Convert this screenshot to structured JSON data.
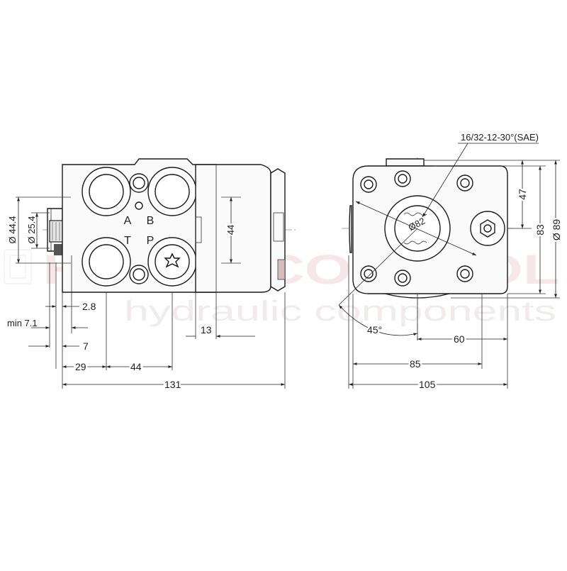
{
  "watermark": {
    "brand": "HYDROCONTROL",
    "tagline": "hydraulic components"
  },
  "ports": {
    "A": "A",
    "B": "B",
    "T": "T",
    "P": "P"
  },
  "side_view": {
    "dim_diam_44_4": "Ø 44.4",
    "dim_diam_25_4": "Ø 25.4",
    "dim_44_vertical": "44",
    "dim_2_8": "2.8",
    "dim_min_7_1": "min 7.1",
    "dim_7": "7",
    "dim_13": "13",
    "dim_29": "29",
    "dim_44_horizontal": "44",
    "dim_131": "131"
  },
  "front_view": {
    "spline_spec": "16/32-12-30°(SAE)",
    "dim_diam_82": "Ø82",
    "dim_47": "47",
    "dim_83": "83",
    "dim_diam_89": "Ø 89",
    "dim_angle_45": "45°",
    "dim_60": "60",
    "dim_85": "85",
    "dim_105": "105"
  }
}
